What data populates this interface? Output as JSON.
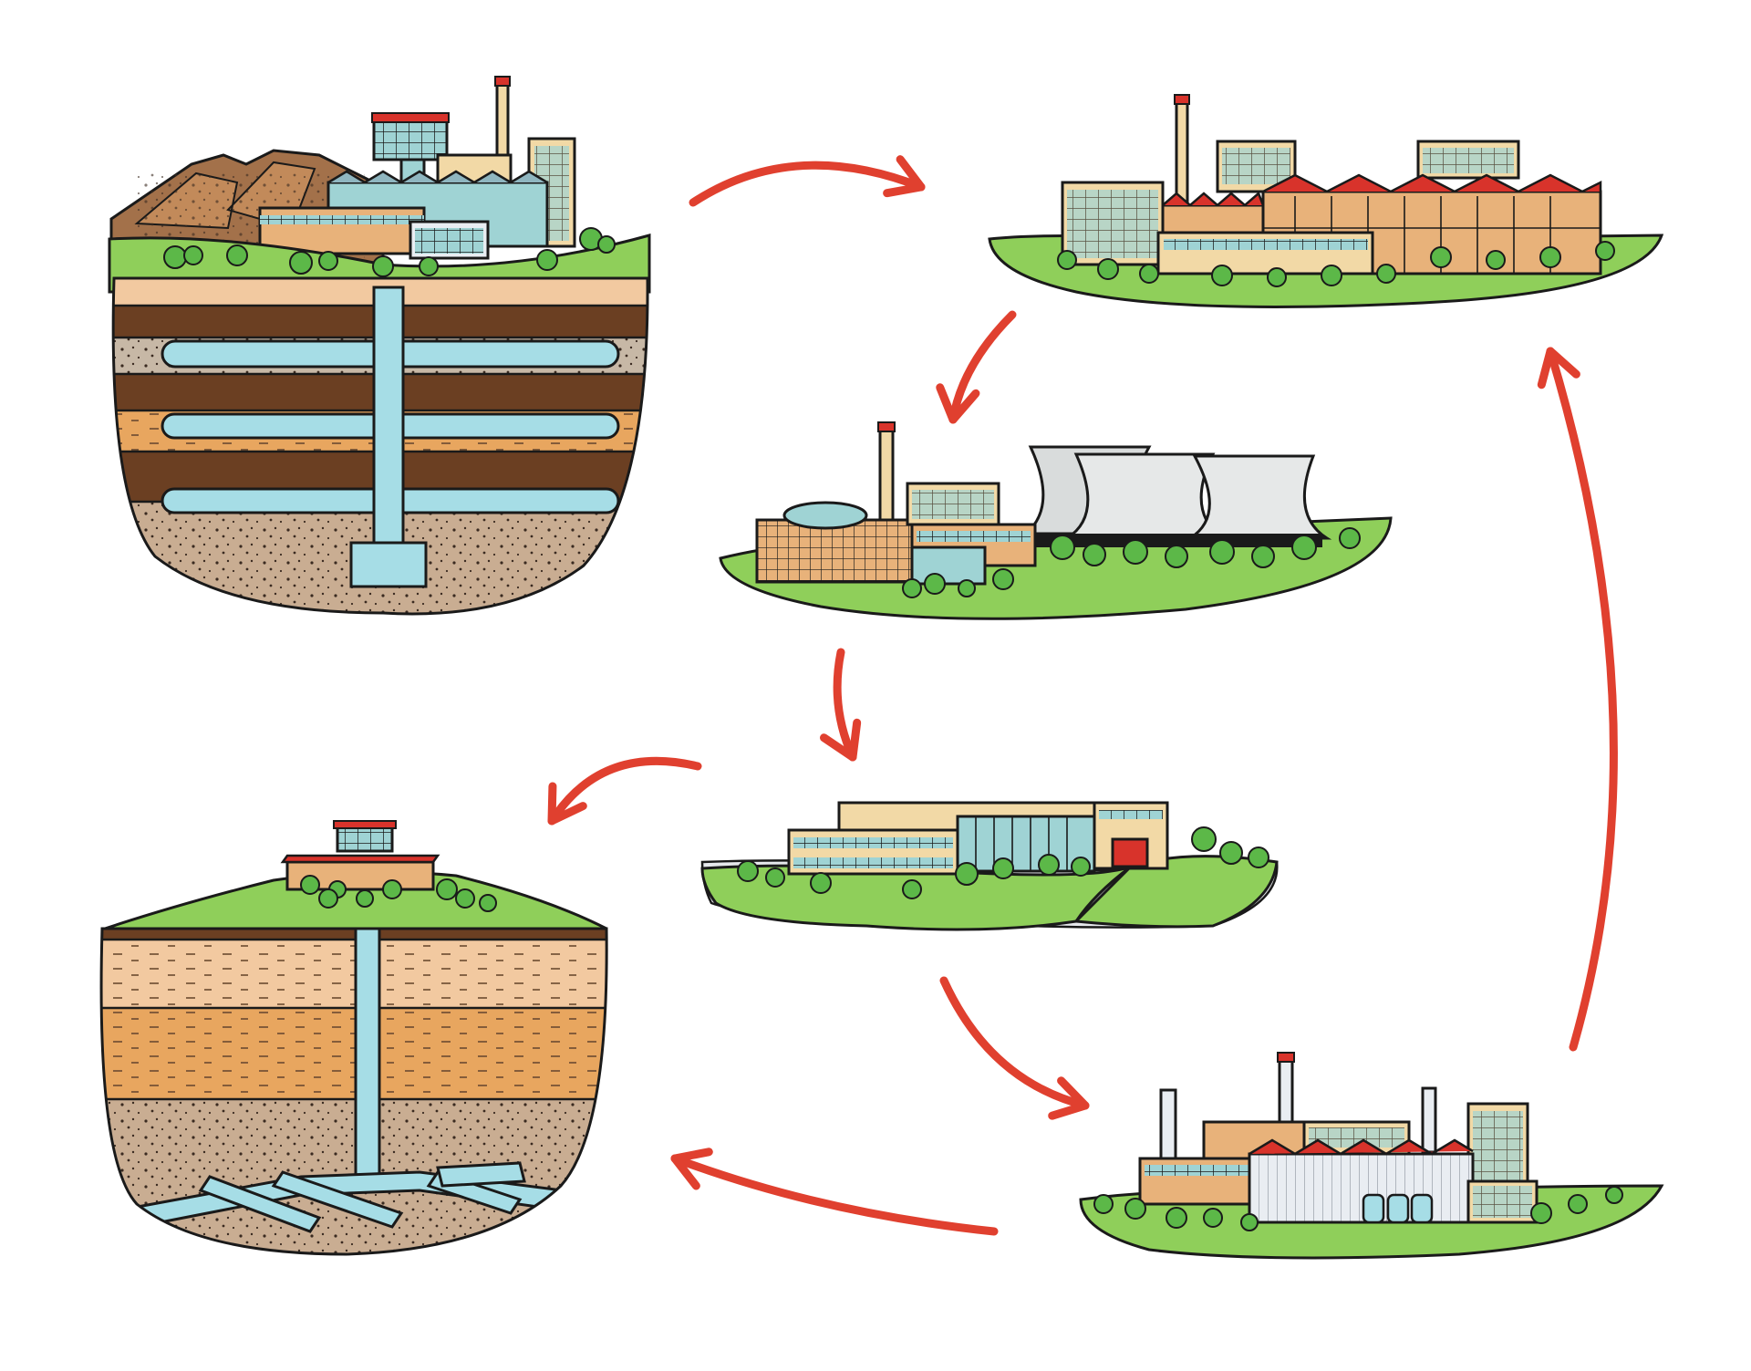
{
  "diagram": {
    "nodes": [
      {
        "id": "mine",
        "icon": "underground-mine-icon"
      },
      {
        "id": "fabrication",
        "icon": "industrial-plant-icon"
      },
      {
        "id": "power",
        "icon": "nuclear-power-plant-icon"
      },
      {
        "id": "storage",
        "icon": "interim-storage-building-icon"
      },
      {
        "id": "reprocessing",
        "icon": "reprocessing-plant-icon"
      },
      {
        "id": "repository",
        "icon": "deep-geological-repository-icon"
      }
    ],
    "edges": [
      {
        "from": "mine",
        "to": "fabrication"
      },
      {
        "from": "fabrication",
        "to": "power"
      },
      {
        "from": "power",
        "to": "storage"
      },
      {
        "from": "storage",
        "to": "repository"
      },
      {
        "from": "storage",
        "to": "reprocessing"
      },
      {
        "from": "reprocessing",
        "to": "repository"
      },
      {
        "from": "reprocessing",
        "to": "fabrication"
      }
    ]
  },
  "colors": {
    "arrow": "#e0402f",
    "grass": "#8fcf5a",
    "pipe": "#a6dde6",
    "outline": "#1a1a1a",
    "roof_red": "#d8332b",
    "brick": "#e8b27a",
    "tan": "#f2d9a6",
    "glass": "#9fd3d4",
    "rock": "#c9ad92",
    "dark_soil": "#6b3f22",
    "orange_soil": "#e8a65f"
  }
}
